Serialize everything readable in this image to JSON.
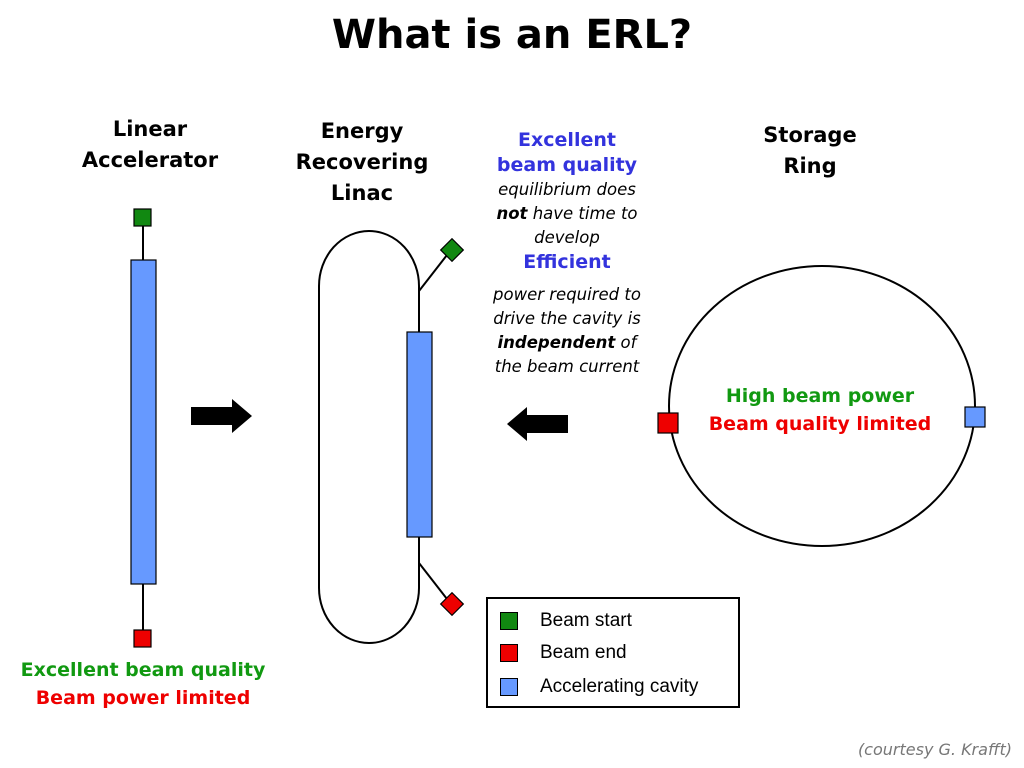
{
  "title": "What is an ERL?",
  "linac": {
    "heading_line1": "Linear",
    "heading_line2": "Accelerator",
    "caption_quality": "Excellent beam quality",
    "caption_power": "Beam power limited"
  },
  "erl": {
    "heading_line1": "Energy",
    "heading_line2": "Recovering",
    "heading_line3": "Linac"
  },
  "erl_notes": {
    "quality_line1": "Excellent",
    "quality_line2": "beam quality",
    "quality_desc_line1": "equilibrium does",
    "quality_desc_not": "not",
    "quality_desc_line2_rest": " have time to",
    "quality_desc_line3": "develop",
    "efficient": "Efficient",
    "efficient_desc_line1": "power required to",
    "efficient_desc_line2": "drive the cavity is",
    "efficient_desc_independent": "independent",
    "efficient_desc_line3_rest": " of",
    "efficient_desc_line4": "the beam current"
  },
  "ring": {
    "heading_line1": "Storage",
    "heading_line2": "Ring",
    "caption_power": "High beam power",
    "caption_quality": "Beam quality limited"
  },
  "legend": {
    "start": "Beam start",
    "end": "Beam end",
    "cavity": "Accelerating cavity"
  },
  "credit": "(courtesy G. Krafft)",
  "colors": {
    "beam_start": "#118811",
    "beam_end": "#ee0000",
    "cavity": "#6699ff",
    "note_blue": "#3333dd",
    "good_green": "#119911",
    "limit_red": "#ee0000"
  }
}
